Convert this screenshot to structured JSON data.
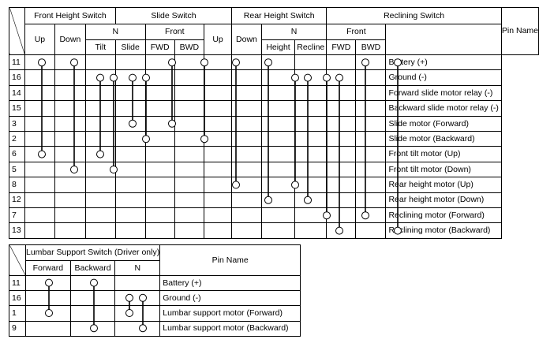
{
  "table1": {
    "header_row1": [
      "Front  Height Switch",
      "Slide Switch",
      "Rear  Height Switch",
      "Reclining Switch"
    ],
    "pin_name_header": "Pin Name",
    "header_row2": {
      "up": "Up",
      "down": "Down",
      "n": "N",
      "front": "Front"
    },
    "header_row3": {
      "tilt": "Tilt",
      "slide": "Slide",
      "fwd": "FWD",
      "bwd": "BWD",
      "height": "Height",
      "recline": "Recline"
    },
    "rows": [
      {
        "pin": "11",
        "name": "Battery (+)"
      },
      {
        "pin": "16",
        "name": "Ground (-)"
      },
      {
        "pin": "14",
        "name": "Forward slide motor relay (-)"
      },
      {
        "pin": "15",
        "name": "Backward slide motor relay (-)"
      },
      {
        "pin": "3",
        "name": "Slide motor (Forward)"
      },
      {
        "pin": "2",
        "name": "Slide motor (Backward)"
      },
      {
        "pin": "6",
        "name": "Front tilt motor (Up)"
      },
      {
        "pin": "5",
        "name": "Front tilt motor (Down)"
      },
      {
        "pin": "8",
        "name": "Rear height motor (Up)"
      },
      {
        "pin": "12",
        "name": "Rear height motor (Down)"
      },
      {
        "pin": "7",
        "name": "Reclining motor (Forward)"
      },
      {
        "pin": "13",
        "name": "Reclining motor (Backward)"
      }
    ]
  },
  "table2": {
    "header": "Lumbar Support Switch (Driver only)",
    "pin_name_header": "Pin Name",
    "cols": [
      "Forward",
      "Backward",
      "N"
    ],
    "rows": [
      {
        "pin": "11",
        "name": "Battery (+)"
      },
      {
        "pin": "16",
        "name": "Ground (-)"
      },
      {
        "pin": "1",
        "name": "Lumbar support motor (Forward)"
      },
      {
        "pin": "9",
        "name": "Lumbar support motor (Backward)"
      }
    ]
  }
}
